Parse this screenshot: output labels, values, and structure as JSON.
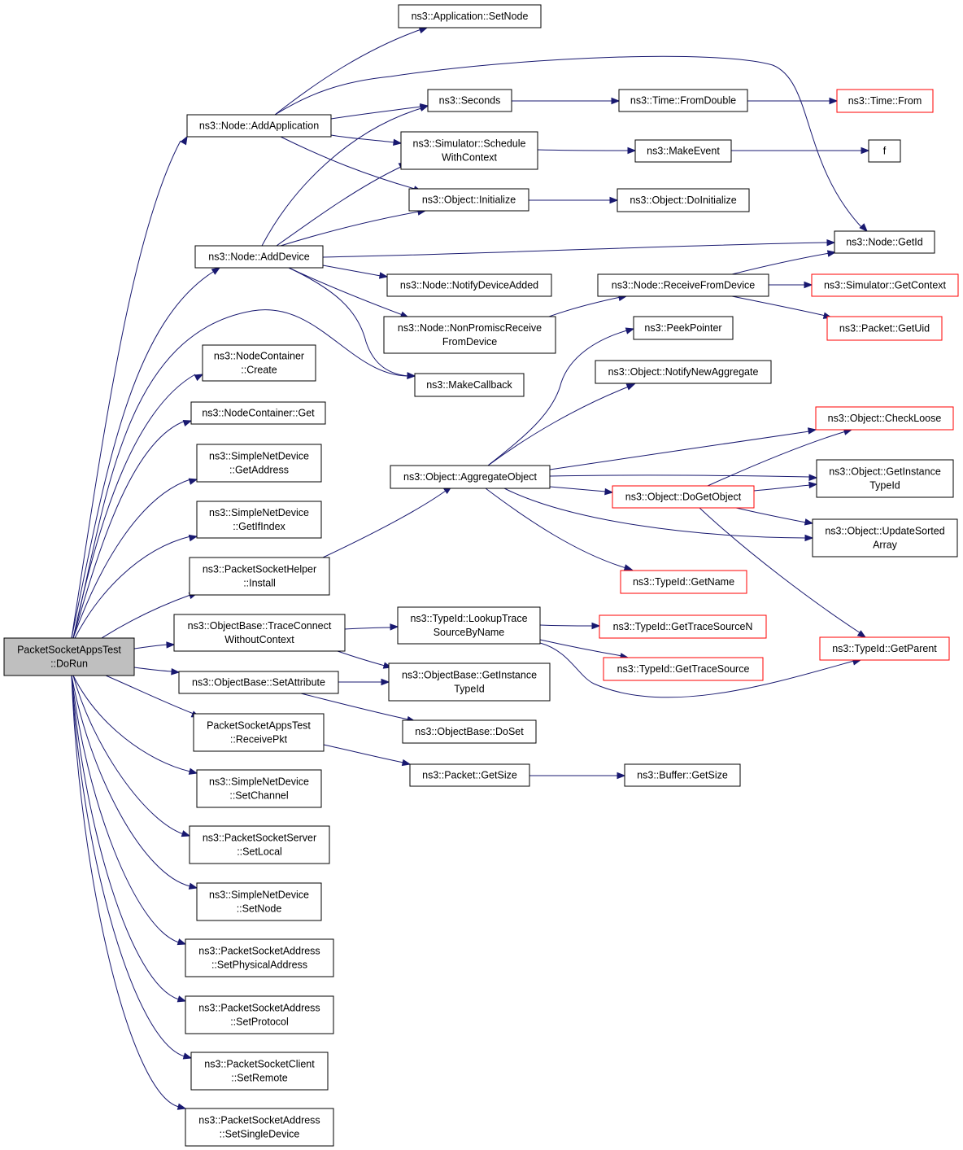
{
  "colors": {
    "edge": "#191970",
    "node_border": "#000000",
    "partial_border": "#ff0000",
    "root_fill": "#bfbfbf"
  },
  "nodes": [
    {
      "id": "dorun",
      "lines": [
        "PacketSocketAppsTest",
        "::DoRun"
      ],
      "root": true
    },
    {
      "id": "addapp",
      "lines": [
        "ns3::Node::AddApplication"
      ]
    },
    {
      "id": "adddev",
      "lines": [
        "ns3::Node::AddDevice"
      ]
    },
    {
      "id": "nccreate",
      "lines": [
        "ns3::NodeContainer",
        "::Create"
      ]
    },
    {
      "id": "ncget",
      "lines": [
        "ns3::NodeContainer::Get"
      ]
    },
    {
      "id": "sndgetaddr",
      "lines": [
        "ns3::SimpleNetDevice",
        "::GetAddress"
      ]
    },
    {
      "id": "sndgetif",
      "lines": [
        "ns3::SimpleNetDevice",
        "::GetIfIndex"
      ]
    },
    {
      "id": "pshinstall",
      "lines": [
        "ns3::PacketSocketHelper",
        "::Install"
      ]
    },
    {
      "id": "tracecwc",
      "lines": [
        "ns3::ObjectBase::TraceConnect",
        "WithoutContext"
      ]
    },
    {
      "id": "setattr",
      "lines": [
        "ns3::ObjectBase::SetAttribute"
      ]
    },
    {
      "id": "recvpkt",
      "lines": [
        "PacketSocketAppsTest",
        "::ReceivePkt"
      ]
    },
    {
      "id": "sndsetch",
      "lines": [
        "ns3::SimpleNetDevice",
        "::SetChannel"
      ]
    },
    {
      "id": "psssetlocal",
      "lines": [
        "ns3::PacketSocketServer",
        "::SetLocal"
      ]
    },
    {
      "id": "sndsetnode",
      "lines": [
        "ns3::SimpleNetDevice",
        "::SetNode"
      ]
    },
    {
      "id": "psasetphys",
      "lines": [
        "ns3::PacketSocketAddress",
        "::SetPhysicalAddress"
      ]
    },
    {
      "id": "psasetproto",
      "lines": [
        "ns3::PacketSocketAddress",
        "::SetProtocol"
      ]
    },
    {
      "id": "pscsetremote",
      "lines": [
        "ns3::PacketSocketClient",
        "::SetRemote"
      ]
    },
    {
      "id": "psasetsingle",
      "lines": [
        "ns3::PacketSocketAddress",
        "::SetSingleDevice"
      ]
    },
    {
      "id": "appsetnode",
      "lines": [
        "ns3::Application::SetNode"
      ]
    },
    {
      "id": "seconds",
      "lines": [
        "ns3::Seconds"
      ]
    },
    {
      "id": "schedctx",
      "lines": [
        "ns3::Simulator::Schedule",
        "WithContext"
      ]
    },
    {
      "id": "objinit",
      "lines": [
        "ns3::Object::Initialize"
      ]
    },
    {
      "id": "notifydev",
      "lines": [
        "ns3::Node::NotifyDeviceAdded"
      ]
    },
    {
      "id": "nonpromisc",
      "lines": [
        "ns3::Node::NonPromiscReceive",
        "FromDevice"
      ]
    },
    {
      "id": "makecb",
      "lines": [
        "ns3::MakeCallback"
      ]
    },
    {
      "id": "aggobj",
      "lines": [
        "ns3::Object::AggregateObject"
      ]
    },
    {
      "id": "lookuptrace",
      "lines": [
        "ns3::TypeId::LookupTrace",
        "SourceByName"
      ]
    },
    {
      "id": "obgetinst",
      "lines": [
        "ns3::ObjectBase::GetInstance",
        "TypeId"
      ]
    },
    {
      "id": "obdoset",
      "lines": [
        "ns3::ObjectBase::DoSet"
      ]
    },
    {
      "id": "pktgetsize",
      "lines": [
        "ns3::Packet::GetSize"
      ]
    },
    {
      "id": "fromdouble",
      "lines": [
        "ns3::Time::FromDouble"
      ]
    },
    {
      "id": "makeevent",
      "lines": [
        "ns3::MakeEvent"
      ]
    },
    {
      "id": "doinit",
      "lines": [
        "ns3::Object::DoInitialize"
      ]
    },
    {
      "id": "recvfromdev",
      "lines": [
        "ns3::Node::ReceiveFromDevice"
      ]
    },
    {
      "id": "peekptr",
      "lines": [
        "ns3::PeekPointer"
      ]
    },
    {
      "id": "notifyagg",
      "lines": [
        "ns3::Object::NotifyNewAggregate"
      ]
    },
    {
      "id": "dogetobj",
      "lines": [
        "ns3::Object::DoGetObject"
      ],
      "partial": true
    },
    {
      "id": "tidgetname",
      "lines": [
        "ns3::TypeId::GetName"
      ],
      "partial": true
    },
    {
      "id": "tidgettsn",
      "lines": [
        "ns3::TypeId::GetTraceSourceN"
      ],
      "partial": true
    },
    {
      "id": "tidgetts",
      "lines": [
        "ns3::TypeId::GetTraceSource"
      ],
      "partial": true
    },
    {
      "id": "bufgetsize",
      "lines": [
        "ns3::Buffer::GetSize"
      ]
    },
    {
      "id": "timefrom",
      "lines": [
        "ns3::Time::From"
      ],
      "partial": true
    },
    {
      "id": "f",
      "lines": [
        "f"
      ]
    },
    {
      "id": "nodegetid",
      "lines": [
        "ns3::Node::GetId"
      ]
    },
    {
      "id": "simgetctx",
      "lines": [
        "ns3::Simulator::GetContext"
      ],
      "partial": true
    },
    {
      "id": "pktgetuid",
      "lines": [
        "ns3::Packet::GetUid"
      ],
      "partial": true
    },
    {
      "id": "checkloose",
      "lines": [
        "ns3::Object::CheckLoose"
      ],
      "partial": true
    },
    {
      "id": "objgetinst",
      "lines": [
        "ns3::Object::GetInstance",
        "TypeId"
      ]
    },
    {
      "id": "updsorted",
      "lines": [
        "ns3::Object::UpdateSorted",
        "Array"
      ]
    },
    {
      "id": "tidgetparent",
      "lines": [
        "ns3::TypeId::GetParent"
      ],
      "partial": true
    }
  ]
}
